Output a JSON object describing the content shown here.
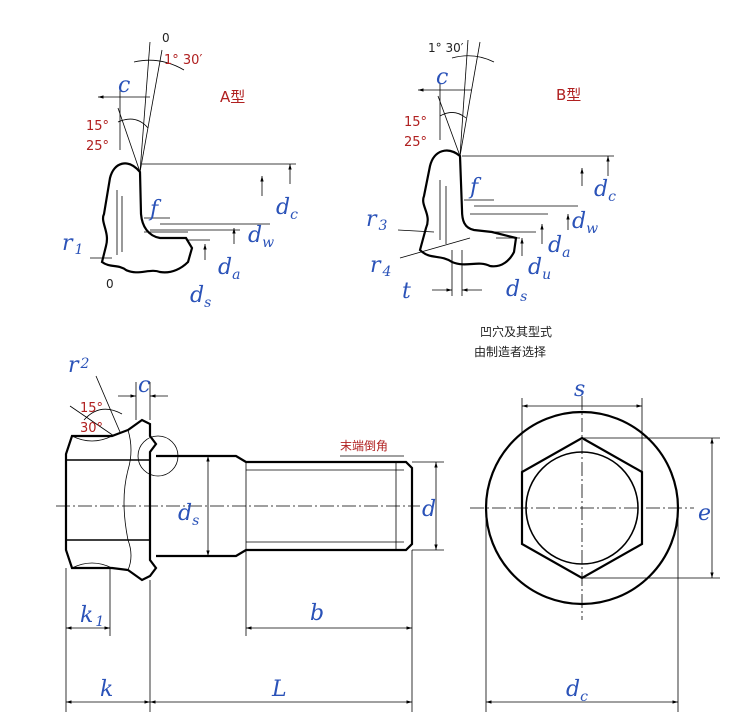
{
  "type_a": {
    "title": "A型",
    "angle_0": "0",
    "angle_1_30": "1° 30′",
    "angle_15": "15°",
    "angle_25": "25°",
    "bottom_0": "0",
    "c": "c",
    "f": "f",
    "r1": "r",
    "r1_sub": "1",
    "dc": "d",
    "dc_sub": "c",
    "dw": "d",
    "dw_sub": "w",
    "da": "d",
    "da_sub": "a",
    "ds": "d",
    "ds_sub": "s"
  },
  "type_b": {
    "title": "B型",
    "angle_1_30": "1° 30′",
    "angle_15": "15°",
    "angle_25": "25°",
    "c": "c",
    "f": "f",
    "r3": "r",
    "r3_sub": "3",
    "r4": "r",
    "r4_sub": "4",
    "t": "t",
    "dc": "d",
    "dc_sub": "c",
    "dw": "d",
    "dw_sub": "w",
    "da": "d",
    "da_sub": "a",
    "du": "d",
    "du_sub": "u",
    "ds": "d",
    "ds_sub": "s"
  },
  "note": {
    "line1": "凹穴及其型式",
    "line2": "由制造者选择"
  },
  "side_view": {
    "r2": "r",
    "r2_sub": "2",
    "c": "c",
    "angle_15": "15°",
    "angle_30": "30°",
    "end_chamfer": "末端倒角",
    "ds": "d",
    "ds_sub": "s",
    "d": "d",
    "k1": "k",
    "k1_sub": "1",
    "b": "b",
    "k": "k",
    "L": "L"
  },
  "end_view": {
    "s": "s",
    "e": "e",
    "dc": "d",
    "dc_sub": "c"
  }
}
